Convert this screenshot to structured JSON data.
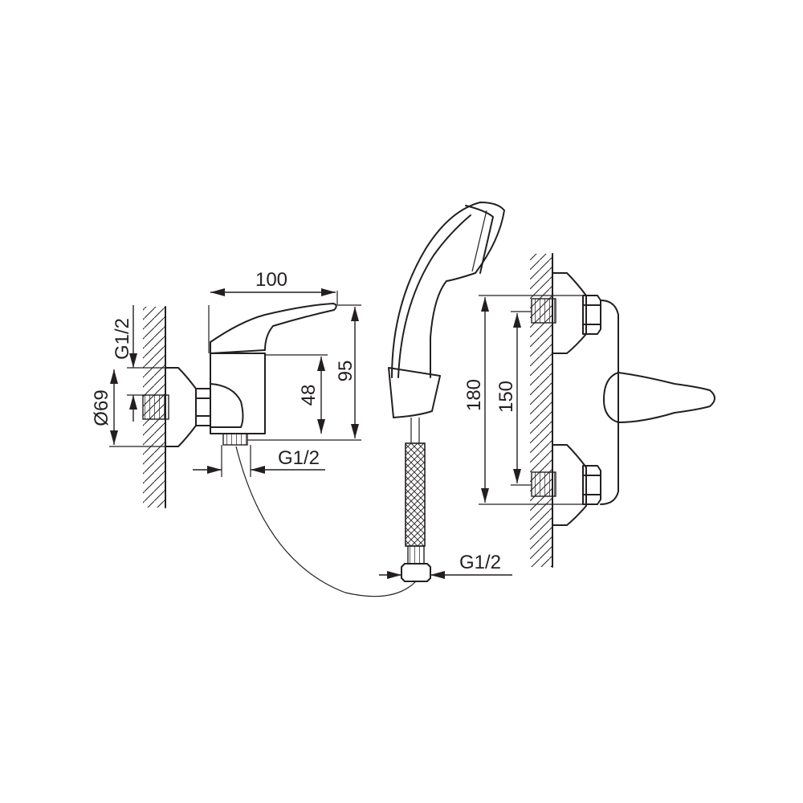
{
  "dimensions": {
    "mixer_length": "100",
    "mixer_height": "95",
    "lever_axis_height": "48",
    "inlet_thread": "G1/2",
    "rosette_diameter": "Ø69",
    "outlet_thread": "G1/2",
    "hose_thread": "G1/2",
    "max_spacing": "180",
    "min_spacing": "150"
  }
}
